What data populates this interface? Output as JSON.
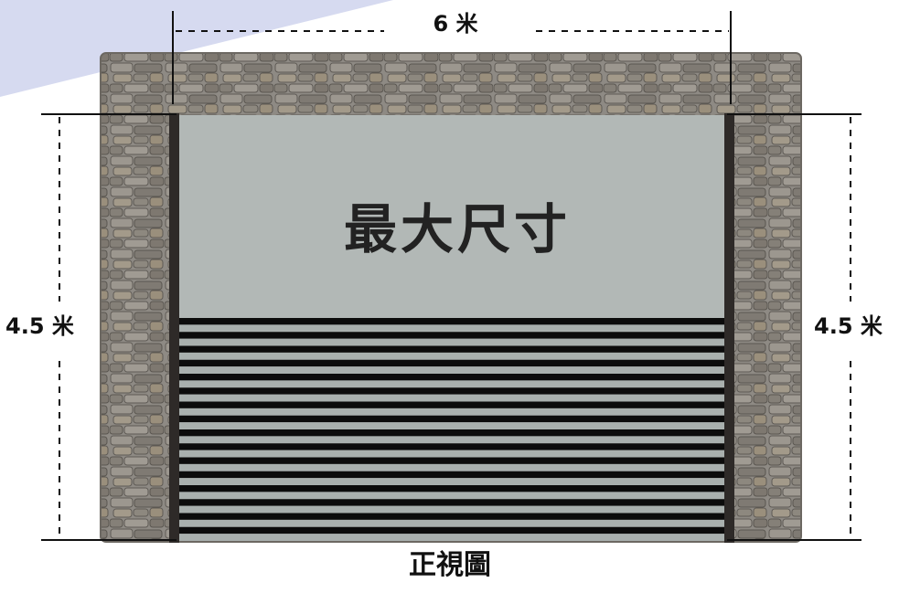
{
  "dimensions": {
    "width_label": "6 米",
    "height_label_left": "4.5 米",
    "height_label_right": "4.5 米"
  },
  "door": {
    "title": "最大尺寸",
    "slat_count": 16
  },
  "caption": "正視圖",
  "colors": {
    "corner_accent": "#d6daf0",
    "stone_base": "#8a8680",
    "door_panel": "#a9b0ae",
    "door_frame": "#2e2a28",
    "slat": "#0c0c0c"
  }
}
